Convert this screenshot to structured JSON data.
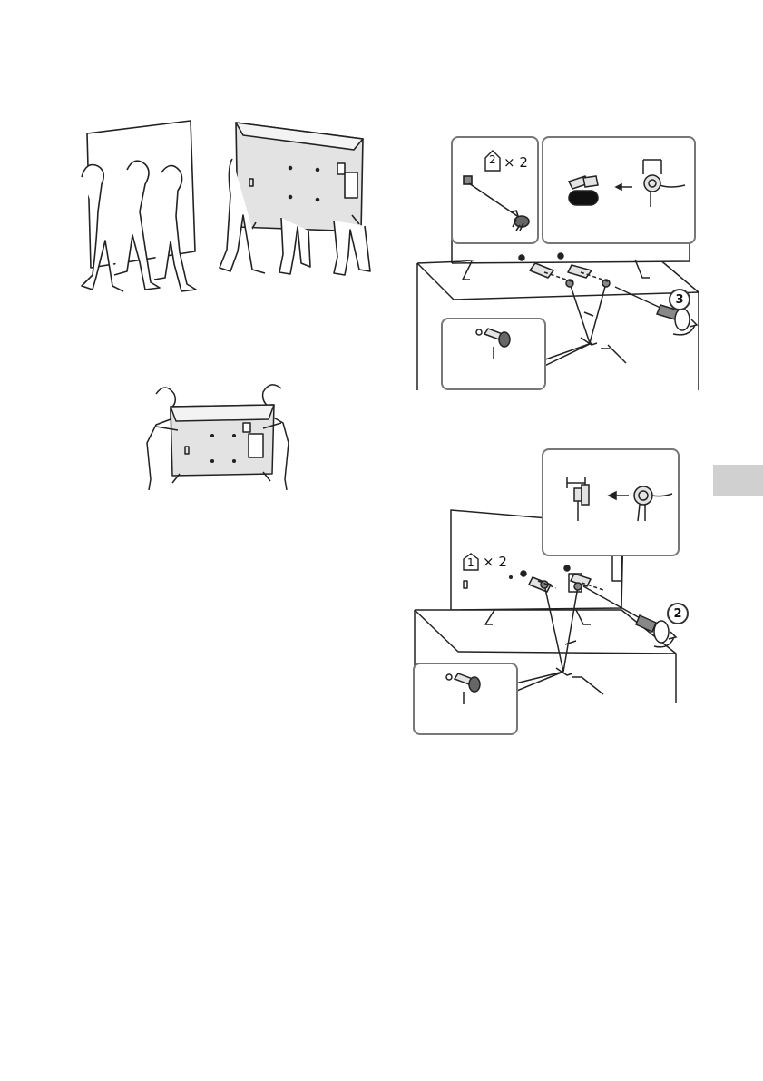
{
  "badges": {
    "part2_qty": "× 2",
    "part2_num": "2",
    "part1_qty": "× 2",
    "part1_num": "1"
  },
  "steps": {
    "step3": "3",
    "step2": "2"
  },
  "icons": {
    "lift_tv": "two-people-lifting-tv-icon",
    "carry_tv": "two-people-carrying-tv-icon",
    "screwdriver": "screwdriver-icon",
    "screw": "screw-icon",
    "strap": "support-strap-icon"
  },
  "colors": {
    "line": "#222222",
    "panel_gray": "#e3e3e3",
    "callout_border": "#777777",
    "tab_gray": "#d0d0d0"
  }
}
